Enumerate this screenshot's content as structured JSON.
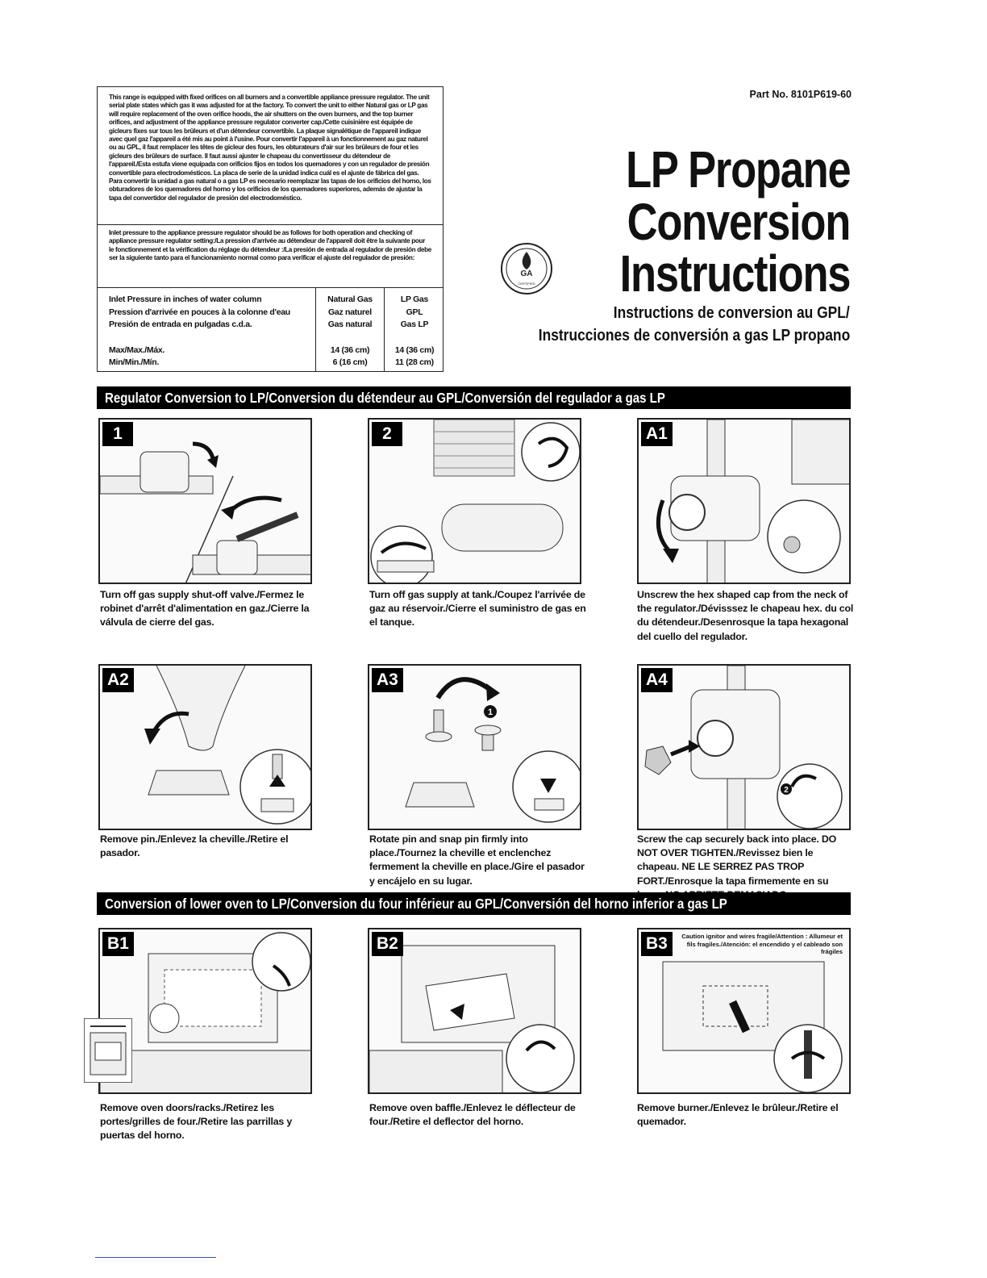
{
  "info_box": {
    "paragraph1": "This range is equipped with fixed orifices on all burners and a convertible appliance pressure regulator. The unit serial plate states which gas it was adjusted for at the factory. To convert the unit to either Natural gas or LP gas will require replacement of the oven orifice hoods, the air shutters on the oven burners, and the top burner orifices, and adjustment of the appliance pressure regulator converter cap./Cette cuisinière est équipée de gicleurs fixes sur tous les brûleurs et d'un détendeur convertible. La plaque signalétique de l'appareil indique avec quel gaz l'appareil a été mis au point à l'usine. Pour convertir l'appareil à un fonctionnement au gaz naturel ou au GPL, il faut remplacer les têtes de gicleur des fours, les obturateurs d'air sur les brûleurs de four et les gicleurs des brûleurs de surface. Il faut aussi ajuster le chapeau du convertisseur du détendeur de l'appareil./Esta estufa viene equipada con orificios fijos en todos los quemadores y con un regulador de presión convertible para electrodomésticos. La placa de serie de la unidad indica cuál es el ajuste de fábrica del gas. Para convertir la unidad a gas natural o a gas LP es necesario reemplazar las tapas de los orificios del horno, los obturadores de los quemadores del horno y los orificios de los quemadores superiores, además de ajustar la tapa del convertidor del regulador de presión del electrodoméstico.",
    "paragraph2": "Inlet pressure to the appliance pressure regulator should be as follows for both operation and checking of appliance pressure regulator setting:/La pression d'arrivée au détendeur de l'appareil doit être la suivante pour le fonctionnement et la vérification du réglage du détendeur :/La presión de entrada al regulador de presión debe ser la siguiente tanto para el funcionamiento normal como para verificar el ajuste del regulador de presión:",
    "table": {
      "header_label": [
        "Inlet Pressure in inches of water column",
        "Pression d'arrivée en pouces à la colonne d'eau",
        "Presión de entrada en pulgadas c.d.a."
      ],
      "header_natural": [
        "Natural Gas",
        "Gaz naturel",
        "Gas natural"
      ],
      "header_lp": [
        "LP Gas",
        "GPL",
        "Gas LP"
      ],
      "max_label": "Max/Max./Máx.",
      "min_label": "Min/Min./Mín.",
      "max_natural": "14 (36 cm)",
      "min_natural": "6 (16 cm)",
      "max_lp": "14 (36 cm)",
      "min_lp": "11 (28 cm)"
    }
  },
  "header": {
    "part_no": "Part No. 8101P619-60",
    "title_line1": "LP Propane",
    "title_line2": "Conversion",
    "title_line3": "Instructions",
    "subtitle_fr": "Instructions de conversion au GPL/",
    "subtitle_es": "Instrucciones de conversión a gas LP propano",
    "seal_text": "CERTIFIED"
  },
  "sections": {
    "regulator": "Regulator Conversion to LP/Conversion du détendeur au GPL/Conversión del regulador a gas LP",
    "lower_oven": "Conversion of lower oven to LP/Conversion du four inférieur au GPL/Conversión del horno inferior a gas LP"
  },
  "steps": {
    "s1": {
      "label": "1",
      "caption": "Turn off gas supply shut-off valve./Fermez le robinet d'arrêt d'alimentation en gaz./Cierre la válvula de cierre del gas."
    },
    "s2": {
      "label": "2",
      "caption": "Turn off gas supply at tank./Coupez l'arrivée de gaz au réservoir./Cierre el suministro de gas en el tanque."
    },
    "a1": {
      "label": "A1",
      "caption": "Unscrew the hex shaped cap from the neck of the regulator./Dévisssez le chapeau hex. du col du détendeur./Desenrosque la tapa hexagonal del cuello del regulador."
    },
    "a2": {
      "label": "A2",
      "caption": "Remove pin./Enlevez la cheville./Retire el pasador."
    },
    "a3": {
      "label": "A3",
      "caption": "Rotate pin and snap pin firmly into place./Tournez la cheville et enclenchez fermement la cheville en place./Gire el pasador y encájelo en su lugar."
    },
    "a4": {
      "label": "A4",
      "caption": "Screw the cap securely back into place. DO NOT OVER TIGHTEN./Revissez bien le chapeau. NE LE SERREZ PAS TROP FORT./Enrosque la tapa firmemente en su lugar. NO APRIETE DEMASIADO."
    },
    "b1": {
      "label": "B1",
      "caption": "Remove oven doors/racks./Retirez les portes/grilles de four./Retire las parrillas y puertas del horno."
    },
    "b2": {
      "label": "B2",
      "caption": "Remove oven baffle./Enlevez le déflecteur de four./Retire el deflector del horno."
    },
    "b3": {
      "label": "B3",
      "caption": "Remove burner./Enlevez le brûleur./Retire el quemador.",
      "caution": "Caution ignitor and wires fragile/Attention : Allumeur et fils fragiles./Atención: el encendido y el cableado son frágiles"
    }
  },
  "callout_numbers": {
    "one": "1",
    "two": "2"
  }
}
